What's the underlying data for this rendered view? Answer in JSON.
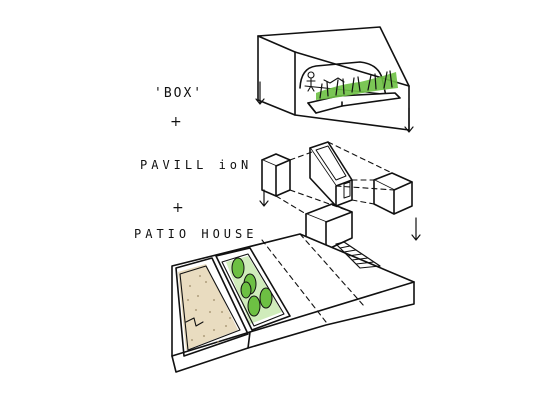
{
  "labels": {
    "box": "'BOX'",
    "plus_1": "+",
    "pavillion": "PAVILL ioN",
    "plus_2": "+",
    "patio_house": "PATIO HOUSE"
  },
  "colors": {
    "ink": "#111111",
    "vegetation": "#6dc043",
    "vegetation_light": "#a9dd84",
    "gravel": "#e9dcc0",
    "gravel_dot": "#9c8a66"
  }
}
